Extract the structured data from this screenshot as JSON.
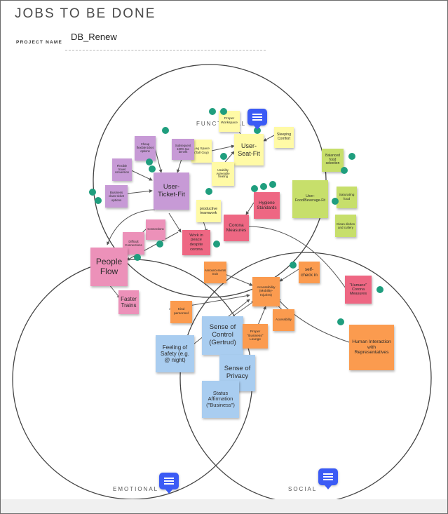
{
  "header": {
    "title": "JOBS TO BE DONE",
    "project_label": "PROJECT NAME",
    "project_name": "DB_Renew"
  },
  "sections": {
    "functional": "FUNCTIONAL",
    "emotional": "EMOTIONAL",
    "social": "SOCIAL"
  },
  "icons": {
    "comment": "comment-icon"
  },
  "colors": {
    "yellow": "#fffaa6",
    "purple": "#c79ad6",
    "pink": "#ec91b9",
    "red": "#ee6783",
    "orange": "#fb9b4f",
    "green": "#c7df6b",
    "blue": "#a9cdf0",
    "dot": "#1f9e7e",
    "comment": "#3b5bf5"
  },
  "notes": {
    "proper_workspace": "Proper Workspace",
    "sleeping_comfort": "Sleeping Comfort",
    "leg_space": "Leg Space (Tall Guy)",
    "user_seat_fit": "User-Seat-Fit",
    "usability_seating": "Usability Agreeable Seating",
    "cheap_flexible": "Cheap flexible ticket options",
    "subsequent_benefit": "Subsequent 100% tax benefit",
    "flexible_travel": "Flexible travel conversion",
    "business_class": "Business class ticket options",
    "user_ticket_fit": "User-Ticket-Fit",
    "balanced_food": "Balanced food selection",
    "user_food_fit": "User-Food/Beverage-Fit",
    "saturating_food": "Saturating food",
    "clean_dishes": "Clean dishes and cutlery",
    "productive_teamwork": "productive teamwork",
    "hygiene_standards": "Hygiene Standards",
    "connections": "Connections",
    "difficult_connections": "Difficult Connections",
    "work_in_peace": "Work in peace despite corona",
    "corona_measures": "Corona Measures",
    "people_flow": "People Flow",
    "faster_trains": "Faster Trains",
    "self_check_in": "self-check in",
    "announcements": "Announcements train",
    "accessibility_mobility": "Accessibility (Mobility-Injuries)",
    "humane_corona": "\"Humane\" Corona Measures",
    "kind_personnel": "Kind personnel",
    "accessibility": "Accessibility",
    "sense_of_control": "Sense of Control (Gertrud)",
    "proper_business_lounge": "Proper \"Business\" Lounge",
    "human_interaction": "Human Interaction with Representatives",
    "feeling_of_safety": "Feeling of Safety (e.g. @ night)",
    "sense_of_privacy": "Sense of Privacy",
    "status_affirmation": "Status Affirmation (\"Business\")"
  }
}
